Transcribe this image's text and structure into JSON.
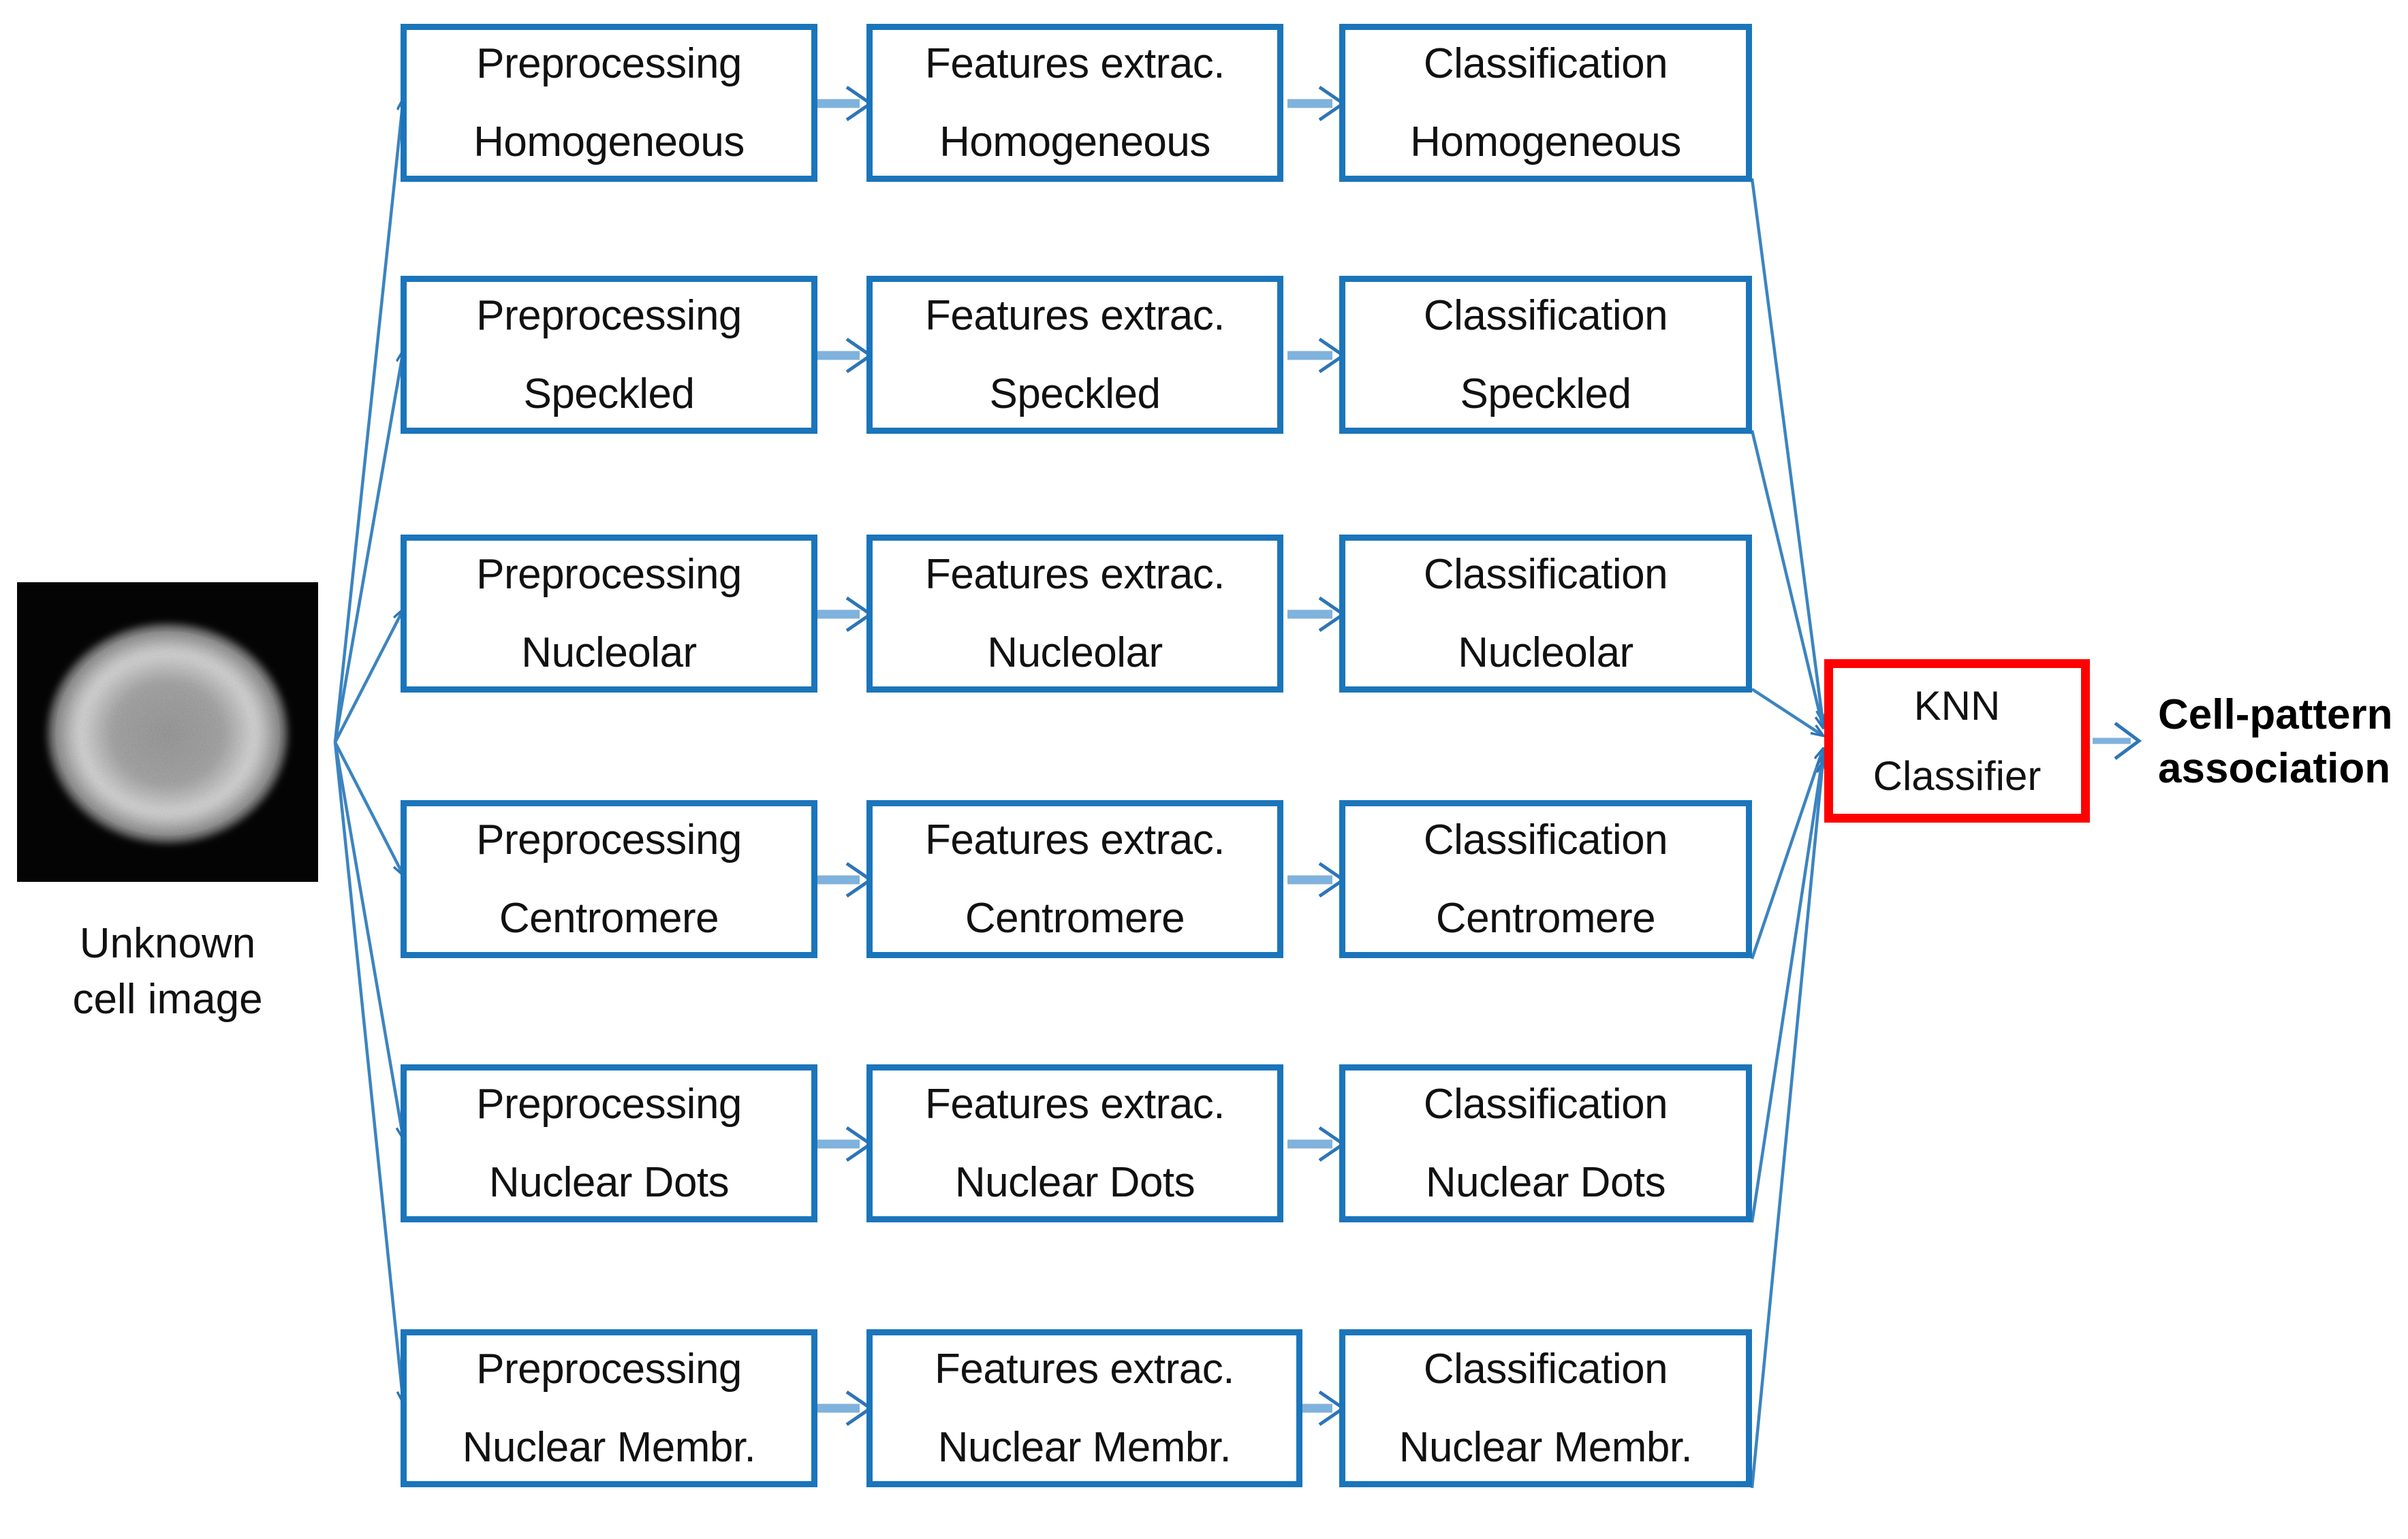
{
  "diagram": {
    "title": "ANA cell-pattern classification pipeline",
    "colors": {
      "box_border_blue": "#1b75bb",
      "knn_border_red": "#ff0000",
      "connector_blue": "#4a90c4",
      "arrow_blue": "#2e75b6",
      "text_black": "#111111"
    },
    "source": {
      "image_name": "unknown-cell-image",
      "caption_line1": "Unknown",
      "caption_line2": "cell image"
    },
    "stage_names": [
      "Preprocessing",
      "Features extrac.",
      "Classification"
    ],
    "patterns": [
      "Homogeneous",
      "Speckled",
      "Nucleolar",
      "Centromere",
      "Nuclear Dots",
      "Nuclear Membr."
    ],
    "rows": [
      {
        "pattern": "Homogeneous",
        "preprocessing": {
          "line1": "Preprocessing",
          "line2": "Homogeneous"
        },
        "features": {
          "line1": "Features extrac.",
          "line2": "Homogeneous"
        },
        "classification": {
          "line1": "Classification",
          "line2": "Homogeneous"
        }
      },
      {
        "pattern": "Speckled",
        "preprocessing": {
          "line1": "Preprocessing",
          "line2": "Speckled"
        },
        "features": {
          "line1": "Features extrac.",
          "line2": "Speckled"
        },
        "classification": {
          "line1": "Classification",
          "line2": "Speckled"
        }
      },
      {
        "pattern": "Nucleolar",
        "preprocessing": {
          "line1": "Preprocessing",
          "line2": "Nucleolar"
        },
        "features": {
          "line1": "Features extrac.",
          "line2": "Nucleolar"
        },
        "classification": {
          "line1": "Classification",
          "line2": "Nucleolar"
        }
      },
      {
        "pattern": "Centromere",
        "preprocessing": {
          "line1": "Preprocessing",
          "line2": "Centromere"
        },
        "features": {
          "line1": "Features extrac.",
          "line2": "Centromere"
        },
        "classification": {
          "line1": "Classification",
          "line2": "Centromere"
        }
      },
      {
        "pattern": "Nuclear Dots",
        "preprocessing": {
          "line1": "Preprocessing",
          "line2": "Nuclear Dots"
        },
        "features": {
          "line1": "Features extrac.",
          "line2": "Nuclear Dots"
        },
        "classification": {
          "line1": "Classification",
          "line2": "Nuclear Dots"
        }
      },
      {
        "pattern": "Nuclear Membr.",
        "preprocessing": {
          "line1": "Preprocessing",
          "line2": "Nuclear Membr."
        },
        "features": {
          "line1": "Features extrac.",
          "line2": "Nuclear Membr."
        },
        "classification": {
          "line1": "Classification",
          "line2": "Nuclear Membr."
        }
      }
    ],
    "classifier": {
      "line1": "KNN",
      "line2": "Classifier"
    },
    "output": {
      "line1": "Cell-pattern",
      "line2": "association"
    }
  }
}
